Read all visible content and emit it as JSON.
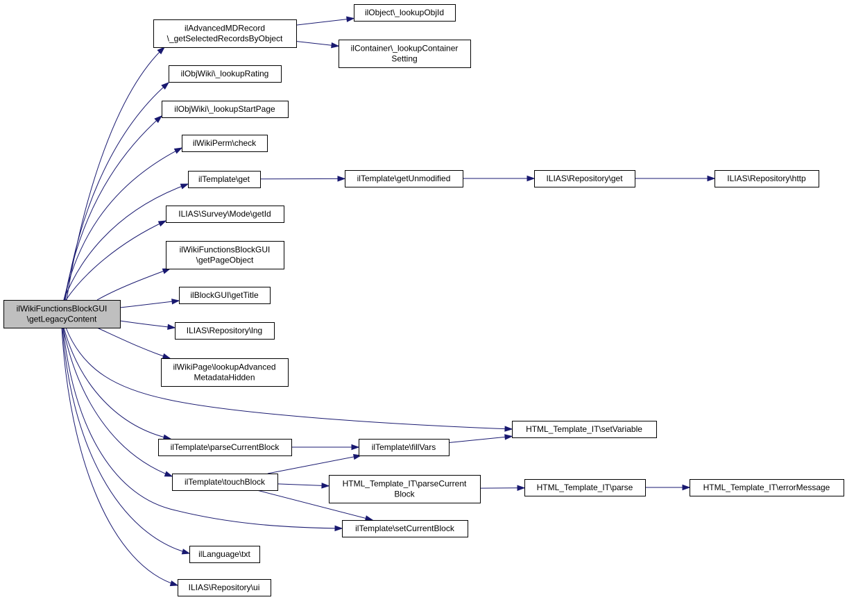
{
  "colors": {
    "edge": "#191970",
    "node_fill": "#ffffff",
    "root_fill": "#bfbfbf",
    "border": "#000000"
  },
  "nodes": {
    "root": [
      "ilWikiFunctionsBlockGUI",
      "\\getLegacyContent"
    ],
    "adv": [
      "ilAdvancedMDRecord",
      "\\_getSelectedRecordsByObject"
    ],
    "objid": [
      "ilObject\\_lookupObjId"
    ],
    "cont": [
      "ilContainer\\_lookupContainer",
      "Setting"
    ],
    "rating": [
      "ilObjWiki\\_lookupRating"
    ],
    "startpage": [
      "ilObjWiki\\_lookupStartPage"
    ],
    "perm": [
      "ilWikiPerm\\check"
    ],
    "tplget": [
      "ilTemplate\\get"
    ],
    "getunmod": [
      "ilTemplate\\getUnmodified"
    ],
    "repoget": [
      "ILIAS\\Repository\\get"
    ],
    "http": [
      "ILIAS\\Repository\\http"
    ],
    "survey": [
      "ILIAS\\Survey\\Mode\\getId"
    ],
    "pageobj": [
      "ilWikiFunctionsBlockGUI",
      "\\getPageObject"
    ],
    "title": [
      "ilBlockGUI\\getTitle"
    ],
    "lng": [
      "ILIAS\\Repository\\lng"
    ],
    "lookupadv": [
      "ilWikiPage\\lookupAdvanced",
      "MetadataHidden"
    ],
    "setvar": [
      "HTML_Template_IT\\setVariable"
    ],
    "parsecur": [
      "ilTemplate\\parseCurrentBlock"
    ],
    "fillvars": [
      "ilTemplate\\fillVars"
    ],
    "touch": [
      "ilTemplate\\touchBlock"
    ],
    "htmlparsecur": [
      "HTML_Template_IT\\parseCurrent",
      "Block"
    ],
    "htmlparse": [
      "HTML_Template_IT\\parse"
    ],
    "errmsg": [
      "HTML_Template_IT\\errorMessage"
    ],
    "setcur": [
      "ilTemplate\\setCurrentBlock"
    ],
    "txt": [
      "ilLanguage\\txt"
    ],
    "ui": [
      "ILIAS\\Repository\\ui"
    ]
  },
  "edges": [
    {
      "from": "root",
      "to": "adv"
    },
    {
      "from": "root",
      "to": "rating"
    },
    {
      "from": "root",
      "to": "startpage"
    },
    {
      "from": "root",
      "to": "perm"
    },
    {
      "from": "root",
      "to": "tplget"
    },
    {
      "from": "root",
      "to": "survey"
    },
    {
      "from": "root",
      "to": "pageobj"
    },
    {
      "from": "root",
      "to": "title"
    },
    {
      "from": "root",
      "to": "lng"
    },
    {
      "from": "root",
      "to": "lookupadv"
    },
    {
      "from": "root",
      "to": "setvar"
    },
    {
      "from": "root",
      "to": "parsecur"
    },
    {
      "from": "root",
      "to": "touch"
    },
    {
      "from": "root",
      "to": "setcur"
    },
    {
      "from": "root",
      "to": "txt"
    },
    {
      "from": "root",
      "to": "ui"
    },
    {
      "from": "adv",
      "to": "objid"
    },
    {
      "from": "adv",
      "to": "cont"
    },
    {
      "from": "tplget",
      "to": "getunmod"
    },
    {
      "from": "getunmod",
      "to": "repoget"
    },
    {
      "from": "repoget",
      "to": "http"
    },
    {
      "from": "parsecur",
      "to": "fillvars"
    },
    {
      "from": "fillvars",
      "to": "setvar"
    },
    {
      "from": "touch",
      "to": "fillvars"
    },
    {
      "from": "touch",
      "to": "htmlparsecur"
    },
    {
      "from": "touch",
      "to": "setcur"
    },
    {
      "from": "htmlparsecur",
      "to": "htmlparse"
    },
    {
      "from": "htmlparse",
      "to": "errmsg"
    }
  ]
}
